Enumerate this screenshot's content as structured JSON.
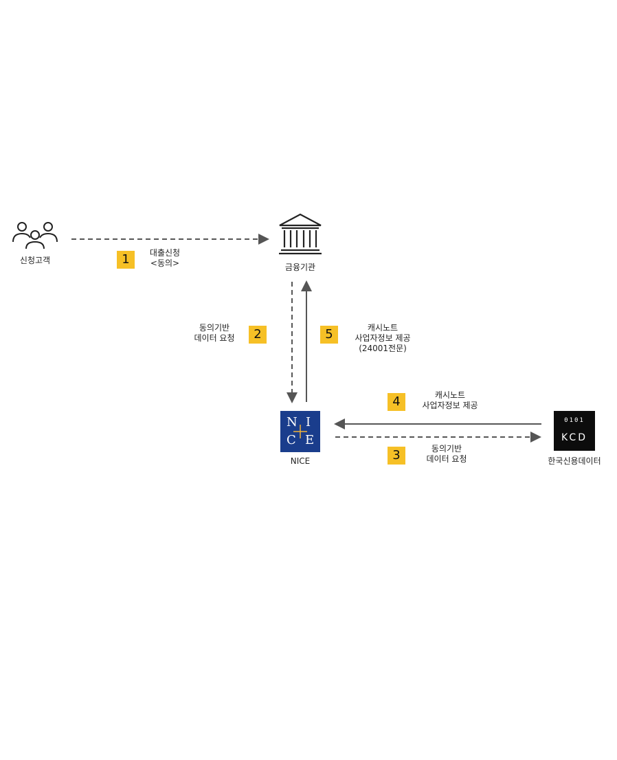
{
  "nodes": {
    "customer": {
      "label": "신청고객",
      "icon": "people-icon"
    },
    "bank": {
      "label": "금융기관",
      "icon": "bank-icon"
    },
    "nice": {
      "label": "NICE",
      "logo_letters": [
        "N",
        "I",
        "C",
        "E"
      ],
      "logo_color": "#1a3d8c"
    },
    "kcd": {
      "label": "한국신용데이터",
      "logo_bits": "0101",
      "logo_text": "KCD",
      "logo_color": "#0c0c0c"
    }
  },
  "steps": [
    {
      "number": "1",
      "lines": [
        "대출신청",
        "<동의>"
      ]
    },
    {
      "number": "2",
      "lines": [
        "동의기반",
        "데이터 요청"
      ]
    },
    {
      "number": "3",
      "lines": [
        "동의기반",
        "데이터 요청"
      ]
    },
    {
      "number": "4",
      "lines": [
        "캐시노트",
        "사업자정보 제공"
      ]
    },
    {
      "number": "5",
      "lines": [
        "캐시노트",
        "사업자정보 제공",
        "(24001전문)"
      ]
    }
  ],
  "colors": {
    "badge": "#f6c026",
    "arrow": "#555555"
  }
}
